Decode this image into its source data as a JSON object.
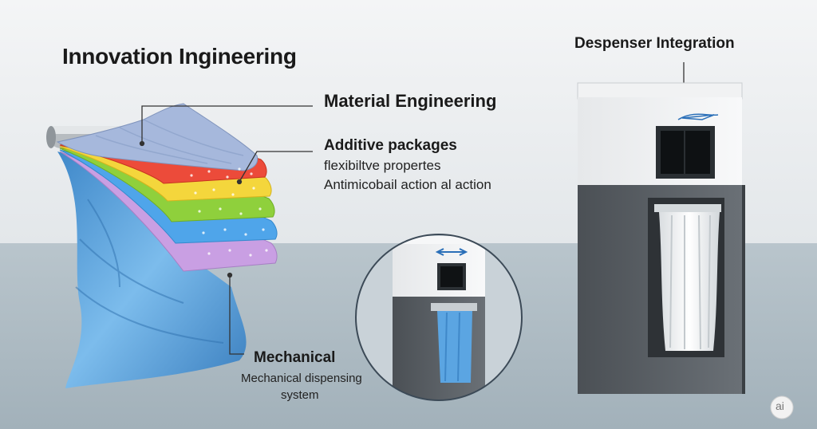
{
  "headings": {
    "main_title": "Innovation Ingineering",
    "material": "Material Engineering",
    "additive": "Additive packages",
    "mechanical": "Mechanical",
    "dispenser": "Despenser Integration"
  },
  "details": {
    "additive_line1": "flexibiltve propertes",
    "additive_line2": "Antimicobail action al action",
    "mechanical_line1": "Mechanical dispensing",
    "mechanical_line2": "system"
  },
  "badge": {
    "label": "ai"
  },
  "colors": {
    "wall": "#e9ecef",
    "floor": "#aebbc3",
    "bag_blue": "#5ea4dd",
    "layers": [
      "#9fb3d9",
      "#e94b3c",
      "#f3d33b",
      "#8ccf3c",
      "#57a6e6",
      "#c79ee0"
    ]
  }
}
